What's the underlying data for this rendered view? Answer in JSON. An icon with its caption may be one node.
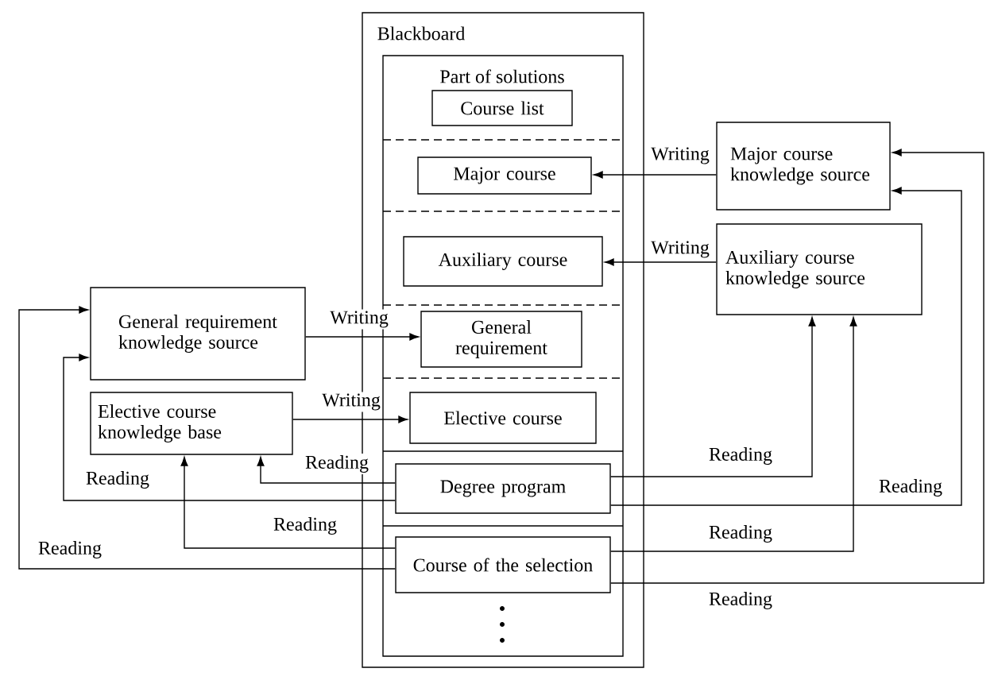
{
  "diagram": {
    "nodes": [
      {
        "text": [
          "Blackboard"
        ]
      },
      {
        "text": [
          "Part of solutions"
        ],
        "in": 0
      },
      {
        "text": [
          "Course list"
        ],
        "in": 1
      },
      {
        "text": [
          "Major course"
        ],
        "in": 1
      },
      {
        "text": [
          "Auxiliary course"
        ],
        "in": 1
      },
      {
        "text": [
          "General requirement"
        ],
        "in": 1
      },
      {
        "text": [
          "Elective course"
        ],
        "in": 1
      },
      {
        "text": [
          "Degree program"
        ],
        "in": 1
      },
      {
        "text": [
          "Course of the selection"
        ],
        "in": 1
      },
      {
        "text": [
          "Major course knowledge source"
        ]
      },
      {
        "text": [
          "Auxiliary course knowledge source"
        ]
      },
      {
        "text": [
          "General requirement knowledge source"
        ]
      },
      {
        "text": [
          "Elective course knowledge base"
        ]
      }
    ],
    "edges": [
      {
        "from": 9,
        "to": 3,
        "arrow": "to",
        "label": "Writing"
      },
      {
        "from": 10,
        "to": 4,
        "arrow": "to",
        "label": "Writing"
      },
      {
        "from": 11,
        "to": 5,
        "arrow": "to",
        "label": "Writing"
      },
      {
        "from": 12,
        "to": 6,
        "arrow": "to",
        "label": "Writing"
      },
      {
        "from": 7,
        "to": 12,
        "arrow": "to",
        "label": "Reading"
      },
      {
        "from": 7,
        "to": 11,
        "arrow": "to",
        "label": "Reading"
      },
      {
        "from": 8,
        "to": 12,
        "arrow": "to",
        "label": "Reading"
      },
      {
        "from": 8,
        "to": 11,
        "arrow": "to",
        "label": "Reading"
      },
      {
        "from": 7,
        "to": 10,
        "arrow": "to",
        "label": "Reading"
      },
      {
        "from": 7,
        "to": 9,
        "arrow": "to",
        "label": "Reading"
      },
      {
        "from": 8,
        "to": 10,
        "arrow": "to",
        "label": "Reading"
      },
      {
        "from": 8,
        "to": 9,
        "arrow": "to",
        "label": "Reading"
      }
    ]
  }
}
